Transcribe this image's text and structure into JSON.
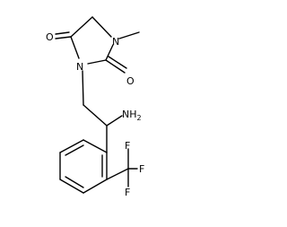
{
  "molecule": {
    "atom_labels": {
      "n1": "N",
      "n3": "N",
      "o2": "O",
      "o4": "O",
      "nh2": "NH",
      "nh2_sub": "2",
      "f_top": "F",
      "f_right": "F",
      "f_bottom": "F"
    },
    "colors": {
      "bond": "#000000",
      "label": "#000000",
      "background": "#ffffff"
    }
  }
}
